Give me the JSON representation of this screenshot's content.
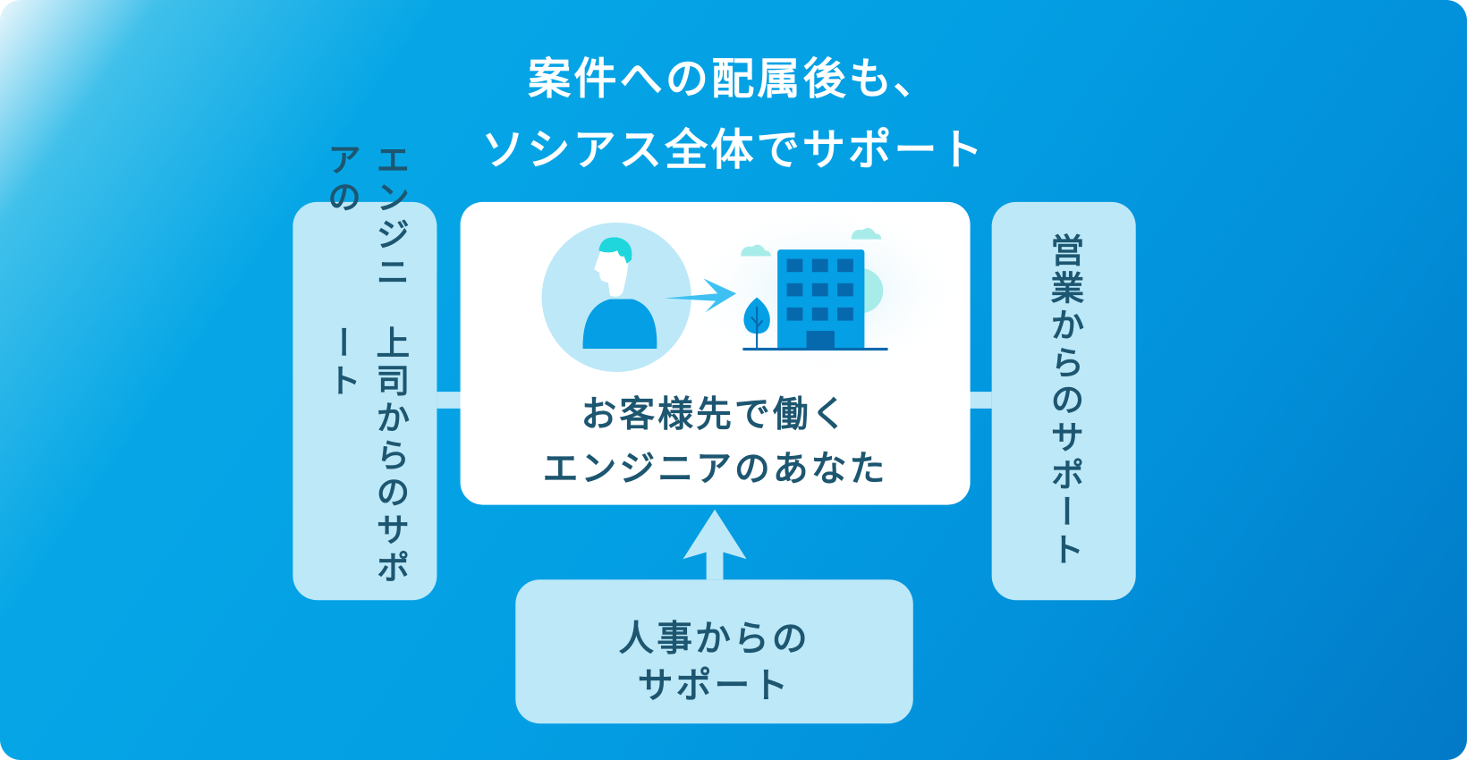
{
  "title": {
    "line1": "案件への配属後も、",
    "line2": "ソシアス全体でサポート"
  },
  "left_box": {
    "line1": "エンジニアの",
    "line2": "上司からのサポート"
  },
  "center_box": {
    "line1": "お客様先で働く",
    "line2": "エンジニアのあなた",
    "icon": "person-to-building-illustration"
  },
  "right_box": {
    "line1": "営業からのサポート"
  },
  "bottom_box": {
    "line1": "人事からの",
    "line2": "サポート"
  },
  "colors": {
    "box": "#bde8f8",
    "text": "#1d5670",
    "arrow": "#bde8f8",
    "building": "#049fe4"
  }
}
